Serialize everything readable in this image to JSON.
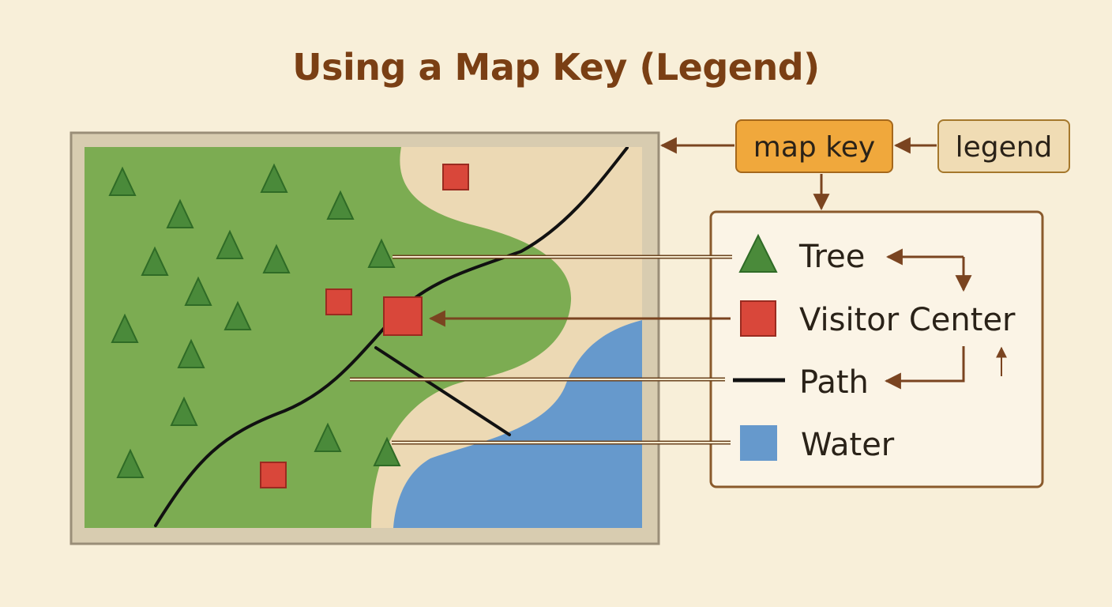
{
  "title": "Using a Map Key (Legend)",
  "terms": {
    "map_key": "map key",
    "legend": "legend"
  },
  "legend_items": [
    {
      "symbol": "tree-icon",
      "label": "Tree"
    },
    {
      "symbol": "visitor-center-icon",
      "label": "Visitor Center"
    },
    {
      "symbol": "path-icon",
      "label": "Path"
    },
    {
      "symbol": "water-icon",
      "label": "Water"
    }
  ],
  "colors": {
    "background": "#f8efd9",
    "title": "#7a3f14",
    "grass": "#7cac52",
    "sand": "#ecd9b4",
    "water": "#6699cc",
    "tree": "#4a8a3a",
    "visitor_center": "#d9473a",
    "path": "#111111",
    "map_key_box": "#f0a83c",
    "legend_box": "#f0dcb4",
    "arrow": "#7a4420"
  }
}
